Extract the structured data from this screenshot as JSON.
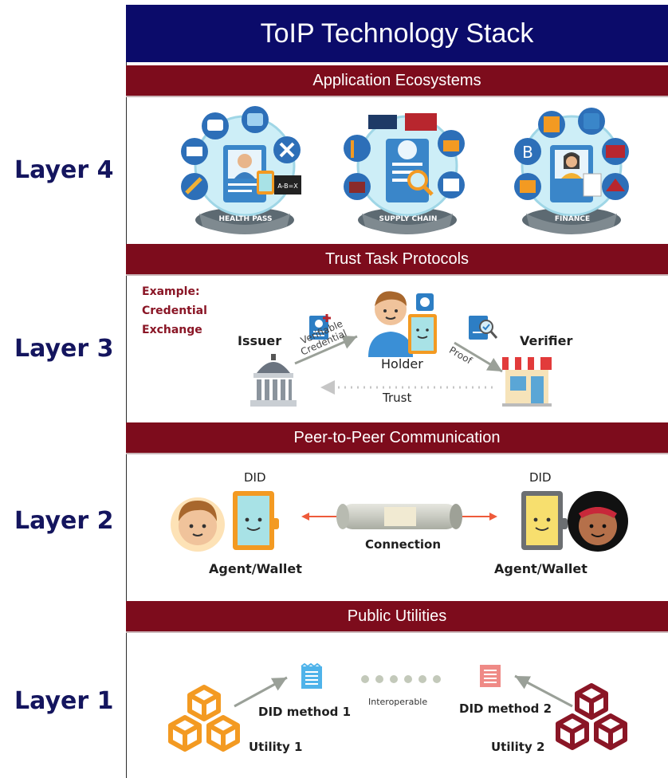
{
  "title": "ToIP Technology Stack",
  "layers": {
    "layer4": {
      "label": "Layer 4",
      "band": "Application Ecosystems",
      "globes": [
        "HEALTH PASS",
        "SUPPLY CHAIN",
        "FINANCE"
      ]
    },
    "layer3": {
      "label": "Layer 3",
      "band": "Trust Task Protocols",
      "example_line1": "Example:",
      "example_line2": "Credential",
      "example_line3": "Exchange",
      "issuer": "Issuer",
      "holder": "Holder",
      "verifier": "Verifier",
      "vc_line1": "Verifiable",
      "vc_line2": "Credential",
      "proof": "Proof",
      "trust": "Trust"
    },
    "layer2": {
      "label": "Layer 2",
      "band": "Peer-to-Peer Communication",
      "did_left": "DID",
      "did_right": "DID",
      "connection": "Connection",
      "agent_left": "Agent/Wallet",
      "agent_right": "Agent/Wallet"
    },
    "layer1": {
      "label": "Layer 1",
      "band": "Public Utilities",
      "did_method_1": "DID method 1",
      "did_method_2": "DID method 2",
      "interoperable": "Interoperable",
      "utility_1": "Utility 1",
      "utility_2": "Utility 2"
    }
  },
  "icons": {
    "globe_health_pass": "health-pass-globe-icon",
    "globe_supply_chain": "supply-chain-globe-icon",
    "globe_finance": "finance-globe-icon",
    "issuer": "government-building-icon",
    "holder": "person-with-wallet-icon",
    "verifier": "store-icon",
    "connection": "connection-tube-icon",
    "utility": "blockchain-cubes-icon",
    "did_method": "document-icon"
  },
  "colors": {
    "title_bar": "#0b0b6a",
    "band": "#7d0c1c",
    "layer_label": "#14155e",
    "accent_orange": "#f39a22",
    "accent_maroon": "#8a1626"
  }
}
